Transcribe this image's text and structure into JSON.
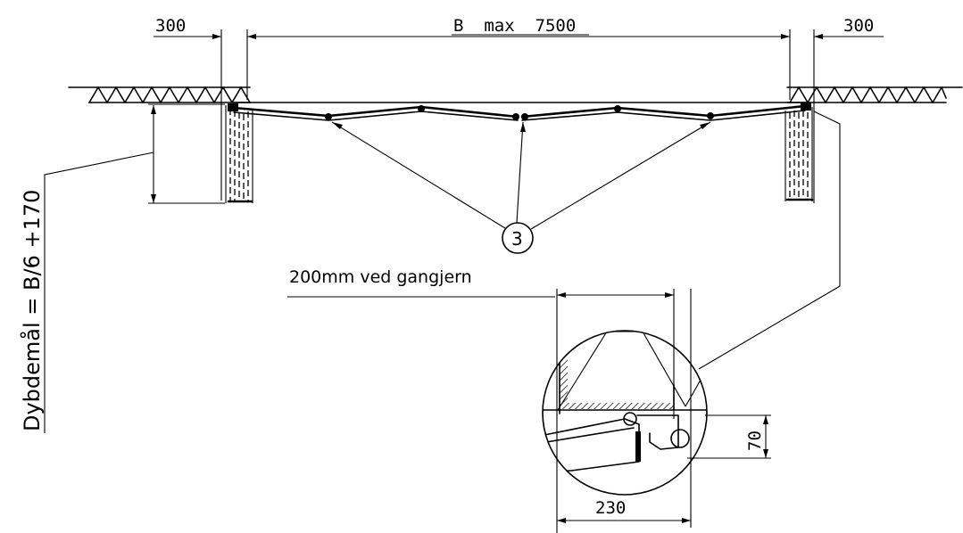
{
  "dimensions": {
    "left_margin": "300",
    "width_label": "B  max  7500",
    "right_margin": "300",
    "depth_formula": "Dybdemål = B/6 +170",
    "hinge_note": "200mm ved gangjern",
    "detail_height": "70",
    "detail_width": "230"
  },
  "callout": {
    "number": "3"
  }
}
